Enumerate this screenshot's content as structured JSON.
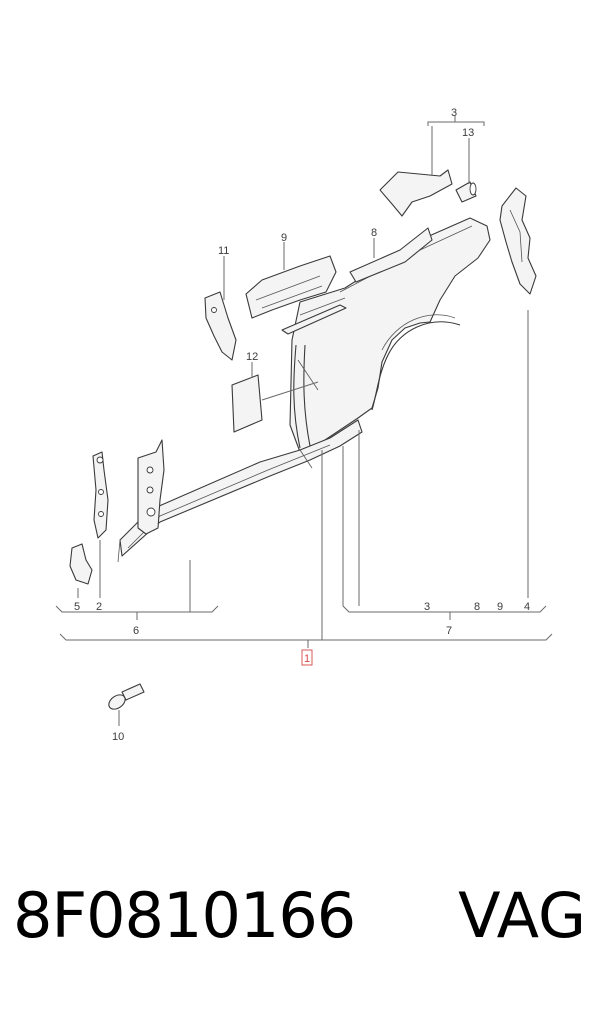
{
  "callouts": {
    "c1": "1",
    "c2": "2",
    "c3_top": "3",
    "c3_bottom": "3",
    "c4": "4",
    "c5": "5",
    "c6": "6",
    "c7": "7",
    "c8_top": "8",
    "c8_bottom": "8",
    "c9_top": "9",
    "c9_bottom": "9",
    "c10": "10",
    "c11": "11",
    "c12": "12",
    "c13": "13"
  },
  "footer": {
    "part_number": "8F0810166",
    "brand": "VAG"
  },
  "colors": {
    "line": "#3a3a3a",
    "leader": "#6a6a6a",
    "highlight": "#d84646"
  }
}
